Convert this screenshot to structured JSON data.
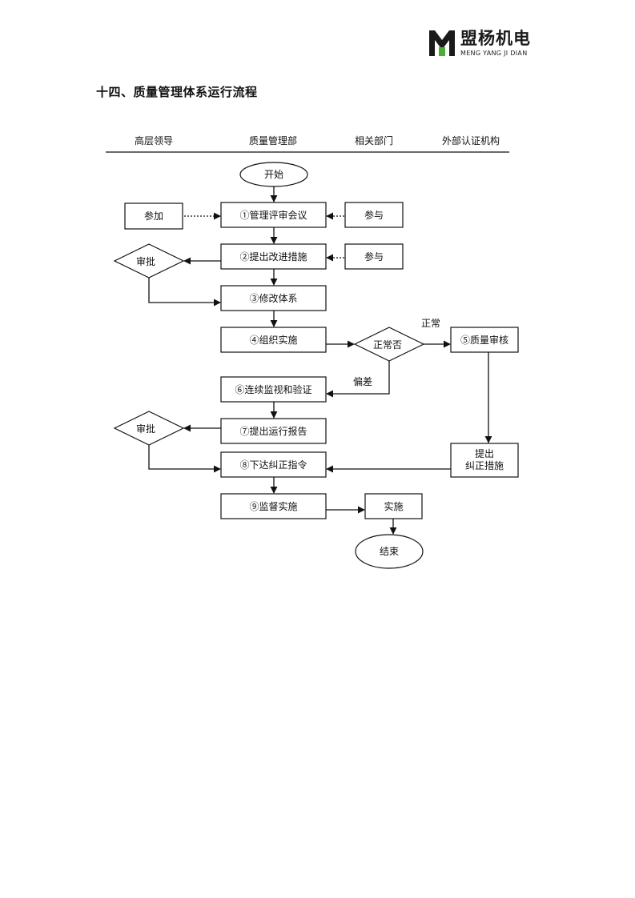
{
  "header": {
    "brand_name": "盟杨机电",
    "brand_sub": "MENG YANG JI DIAN",
    "brand_color": "#4caf35"
  },
  "section": {
    "title": "十四、质量管理体系运行流程"
  },
  "lanes": [
    "高层领导",
    "质量管理部",
    "相关部门",
    "外部认证机构"
  ],
  "nodes": {
    "start": "开始",
    "s1": "①管理评审会议",
    "join1": "参加",
    "part1": "参与",
    "s2": "②提出改进措施",
    "part2": "参与",
    "approve1": "审批",
    "s3": "③修改体系",
    "s4": "④组织实施",
    "decision": "正常否",
    "s5": "⑤质量审核",
    "s6": "⑥连续监视和验证",
    "s7": "⑦提出运行报告",
    "approve2": "审批",
    "corrective_line1": "提出",
    "corrective_line2": "纠正措施",
    "s8": "⑧下达纠正指令",
    "s9": "⑨监督实施",
    "implement": "实施",
    "end": "结束"
  },
  "edge_labels": {
    "normal": "正常",
    "deviation": "偏差"
  }
}
